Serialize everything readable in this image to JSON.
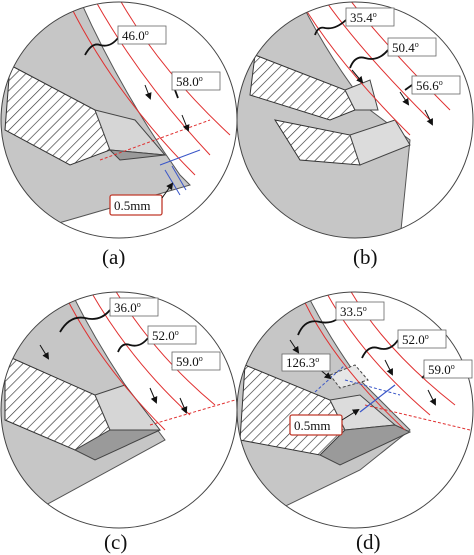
{
  "panels": [
    {
      "caption": "(a)",
      "angles": [
        {
          "value": "46.0",
          "unit": "o"
        },
        {
          "value": "58.0",
          "unit": "o"
        }
      ],
      "dimension": "0.5mm"
    },
    {
      "caption": "(b)",
      "angles": [
        {
          "value": "35.4",
          "unit": "o"
        },
        {
          "value": "50.4",
          "unit": "o"
        },
        {
          "value": "56.6",
          "unit": "o"
        }
      ]
    },
    {
      "caption": "(c)",
      "angles": [
        {
          "value": "36.0",
          "unit": "o"
        },
        {
          "value": "52.0",
          "unit": "o"
        },
        {
          "value": "59.0",
          "unit": "o"
        }
      ]
    },
    {
      "caption": "(d)",
      "angles": [
        {
          "value": "33.5",
          "unit": "o"
        },
        {
          "value": "52.0",
          "unit": "o"
        },
        {
          "value": "59.0",
          "unit": "o"
        }
      ],
      "corner_angle": {
        "value": "126.3",
        "unit": "o"
      },
      "dimension": "0.5mm"
    }
  ],
  "colors": {
    "fill_grey": "#c6c6c6",
    "dark_grey": "#8e8e8e",
    "red": "#e03030",
    "blue": "#3a56c8",
    "box_red": "#c0392b"
  }
}
